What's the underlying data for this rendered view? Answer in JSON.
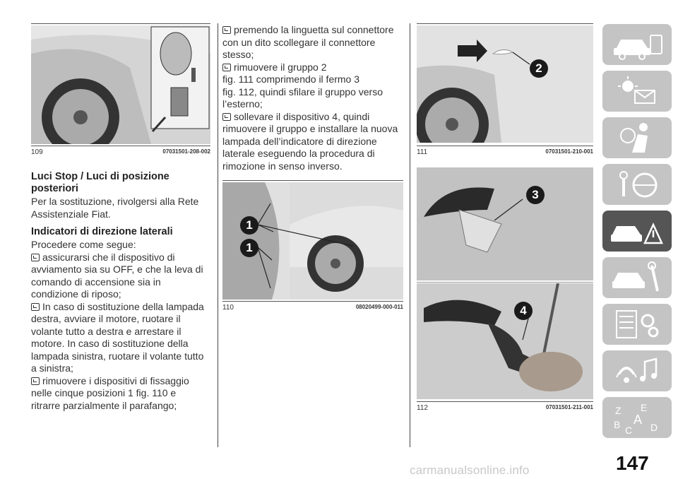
{
  "page": {
    "number": "147",
    "watermark": "carmanualsonline.info"
  },
  "figures": [
    {
      "number": "109",
      "code": "07031501-208-002"
    },
    {
      "number": "110",
      "code": "08020499-000-011"
    },
    {
      "number": "111",
      "code": "07031501-210-001"
    },
    {
      "number": "112",
      "code": "07031501-211-001"
    }
  ],
  "callouts": {
    "c1a": "1",
    "c1b": "1",
    "c2": "2",
    "c3": "3",
    "c4": "4"
  },
  "section1": {
    "heading_line1": "Luci Stop / Luci di posizione",
    "heading_line2": "posteriori",
    "body": [
      "Per la sostituzione, rivolgersi alla Rete",
      "Assistenziale Fiat."
    ]
  },
  "section2": {
    "heading": "Indicatori di direzione laterali",
    "intro": "Procedere come segue:",
    "bullet1": [
      "assicurarsi che il dispositivo di",
      "avviamento sia su OFF, e che la leva di",
      "comando di accensione sia in",
      "condizione di riposo;"
    ],
    "bullet2": [
      "In caso di sostituzione della lampada",
      "destra, avviare il motore, ruotare il",
      "volante tutto a destra e arrestare il",
      "motore. In caso di sostituzione della",
      "lampada sinistra, ruotare il volante tutto",
      "a sinistra;"
    ],
    "bullet3": [
      "rimuovere i dispositivi di fissaggio",
      "nelle cinque posizioni 1 fig. 110 e",
      "ritrarre parzialmente il parafango;"
    ]
  },
  "column2": {
    "bullet4": [
      "premendo la linguetta sul connettore",
      "con un dito scollegare il connettore",
      "stesso;"
    ],
    "bullet5": [
      "rimuovere il gruppo 2",
      "fig. 111 comprimendo il fermo 3",
      "fig. 112, quindi sfilare il gruppo verso",
      "l’esterno;"
    ],
    "bullet6": [
      "sollevare il dispositivo 4, quindi",
      "rimuovere il gruppo e installare la nuova",
      "lampada dell’indicatore di direzione",
      "laterale eseguendo la procedura di",
      "rimozione in senso inverso."
    ]
  },
  "sidebar": {
    "tabs": [
      {
        "icon": "car-dashboard-icon"
      },
      {
        "icon": "warning-lights-icon"
      },
      {
        "icon": "airbag-safety-icon"
      },
      {
        "icon": "key-steering-icon"
      },
      {
        "icon": "emergency-icon",
        "active": true
      },
      {
        "icon": "maintenance-icon"
      },
      {
        "icon": "technical-data-icon"
      },
      {
        "icon": "multimedia-icon"
      },
      {
        "icon": "index-icon"
      }
    ]
  },
  "colors": {
    "tab_inactive": "#c4c4c4",
    "tab_active": "#555555",
    "text": "#333333"
  }
}
